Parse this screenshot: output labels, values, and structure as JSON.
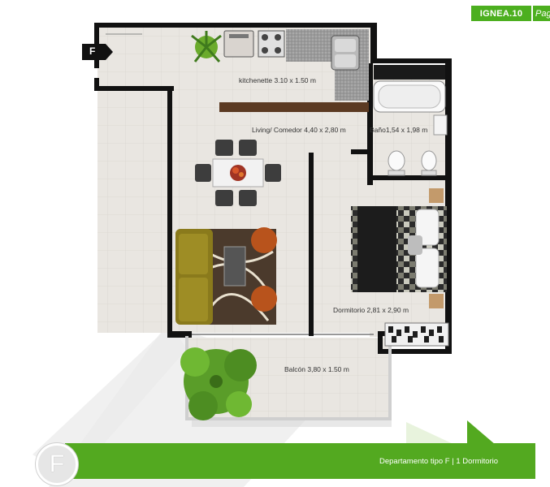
{
  "header": {
    "tag": "IGNEA.10",
    "page_partial": "Pag"
  },
  "plan": {
    "unit_badge": "F",
    "rooms": {
      "kitchenette": "kitchenette 3.10 x 1.50 m",
      "living": "Living/ Comedor 4,40 x 2,80 m",
      "bano": "Baño1,54 x 1,98 m",
      "dormitorio": "Dormitorio 2,81 x 2,90 m",
      "balcon": "Balcón 3,80 x 1.50 m"
    }
  },
  "footer": {
    "caption": "Departamento tipo F | 1 Dormitorio",
    "circle_letter": "F"
  },
  "colors": {
    "brand_green": "#53a920",
    "header_green": "#4caf1f",
    "floor": "#e9e6e1",
    "wall": "#111111"
  }
}
